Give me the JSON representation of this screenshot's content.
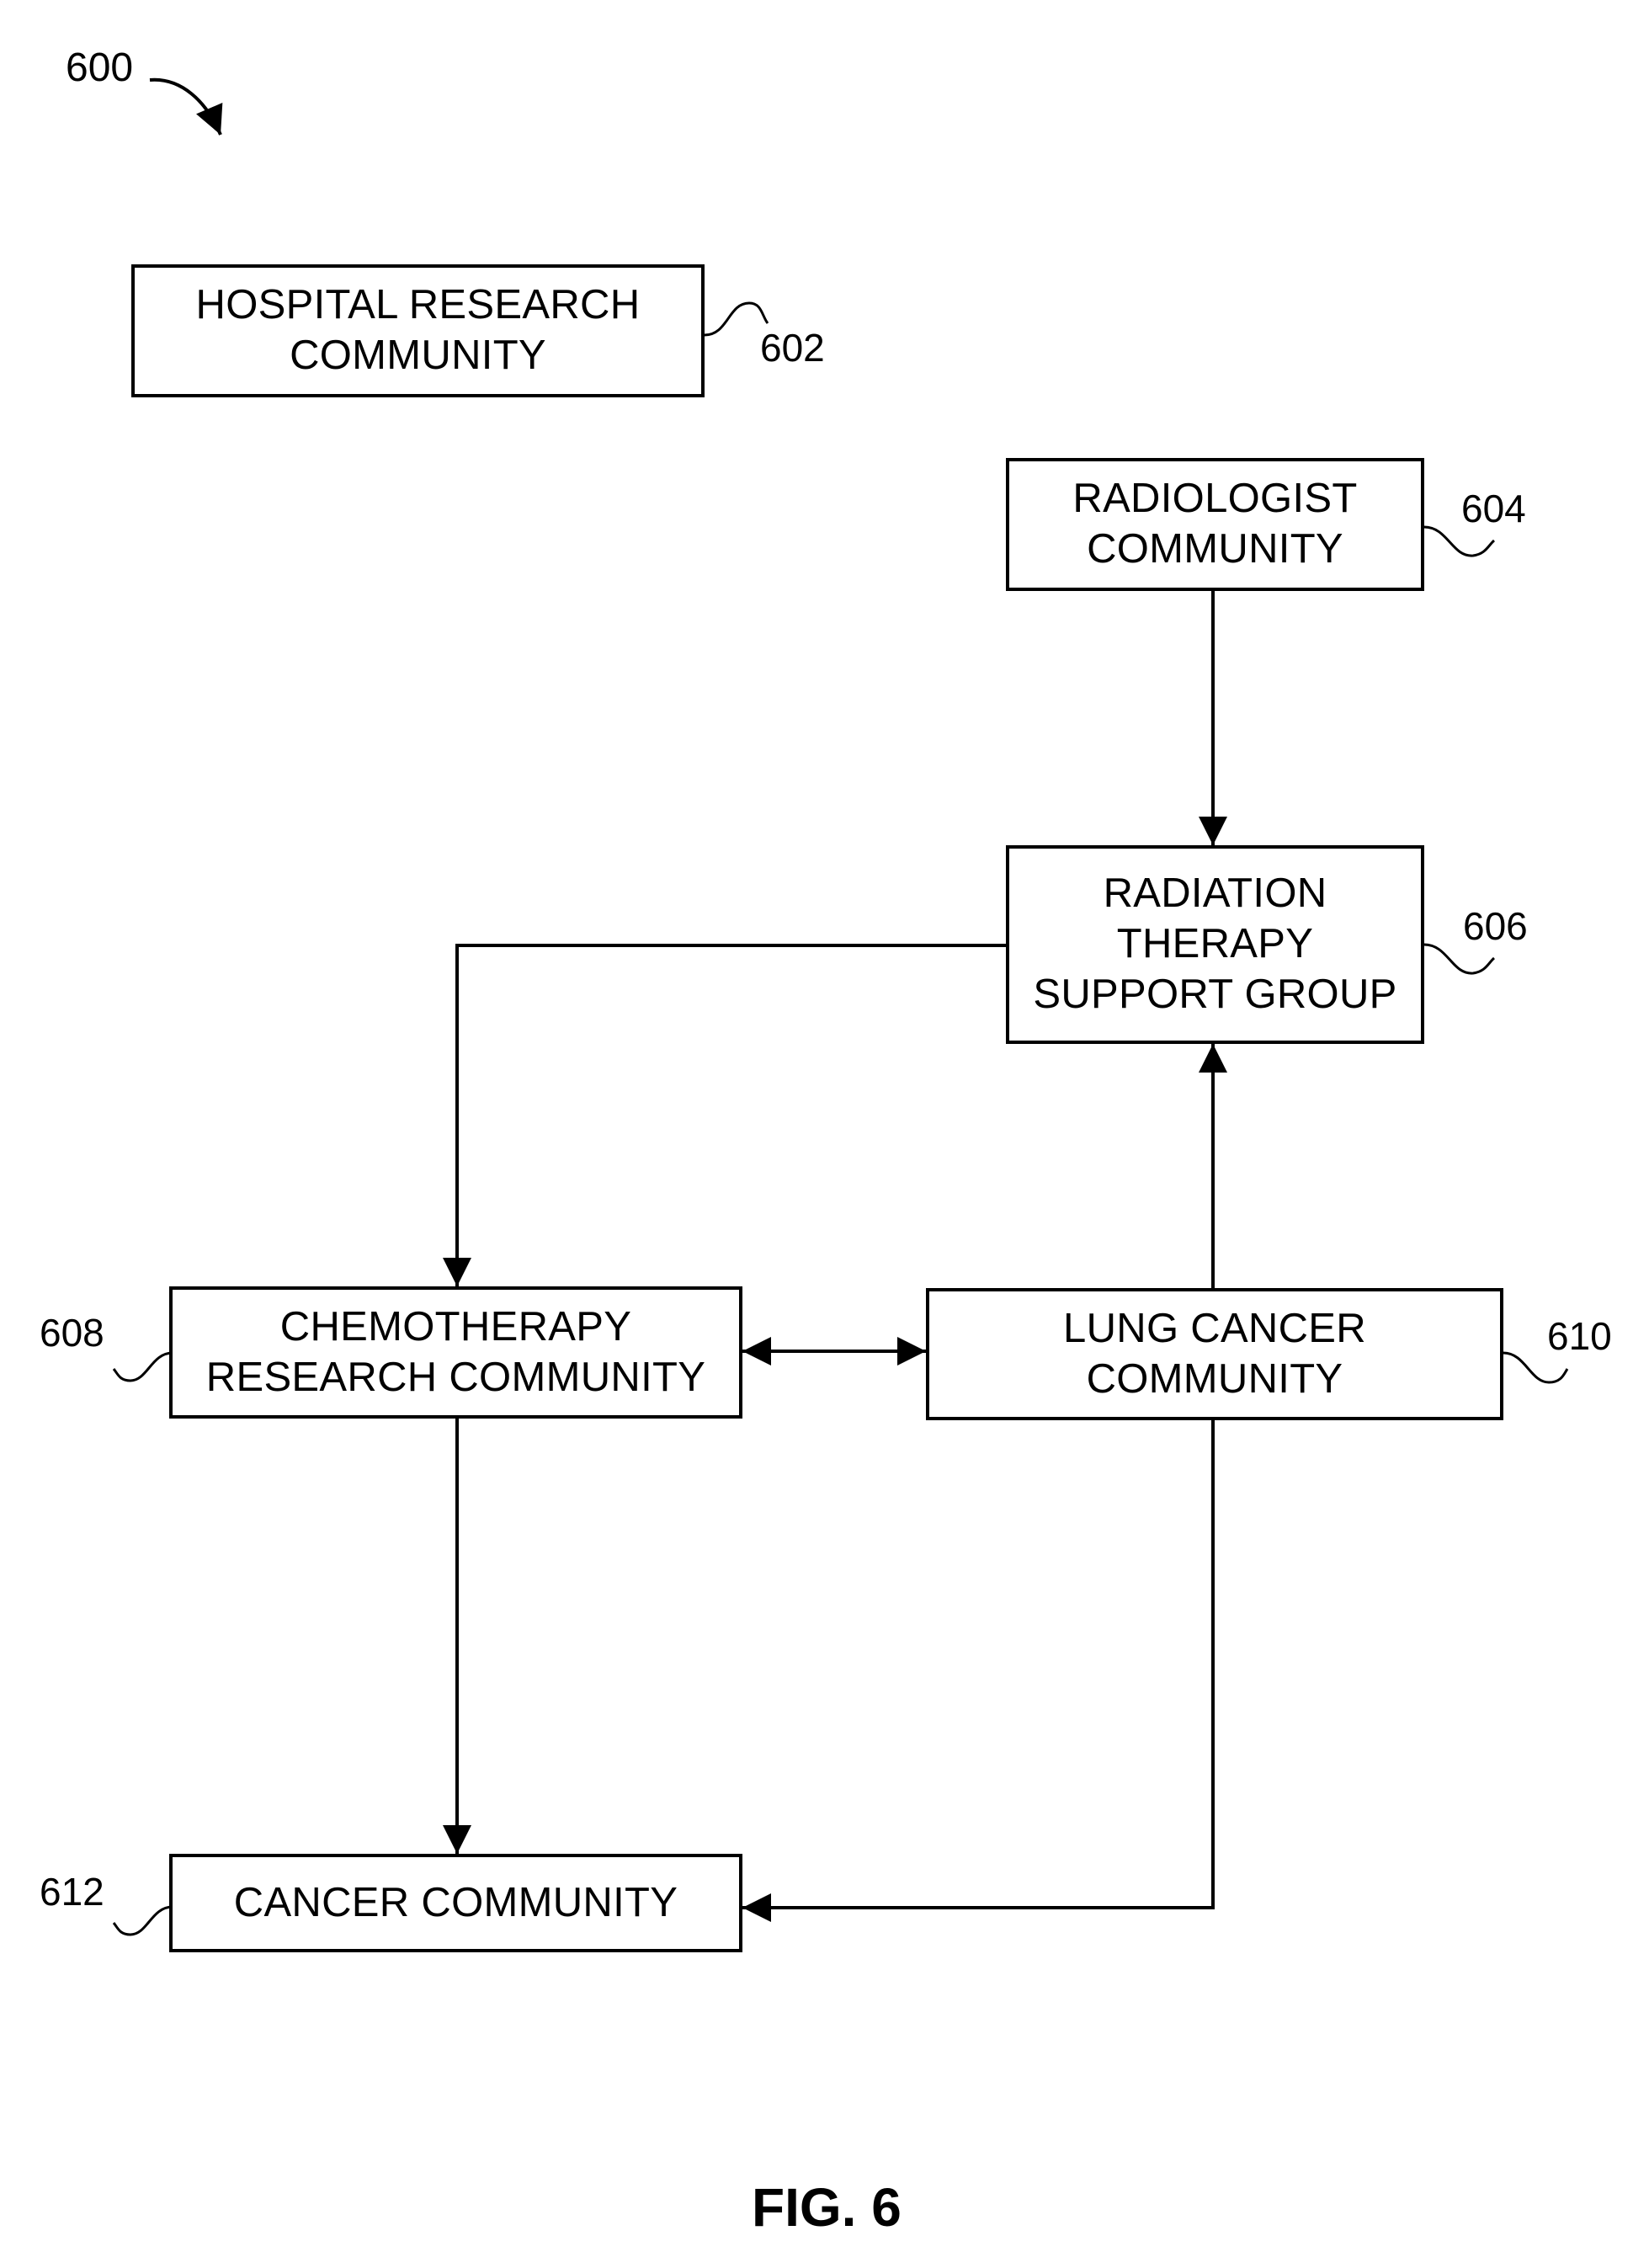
{
  "figure": {
    "number": "600",
    "caption": "FIG. 6"
  },
  "boxes": {
    "hospital_research": {
      "ref": "602",
      "lines": [
        "HOSPITAL RESEARCH",
        "COMMUNITY"
      ]
    },
    "radiologist": {
      "ref": "604",
      "lines": [
        "RADIOLOGIST",
        "COMMUNITY"
      ]
    },
    "radiation_therapy": {
      "ref": "606",
      "lines": [
        "RADIATION",
        "THERAPY",
        "SUPPORT GROUP"
      ]
    },
    "chemotherapy": {
      "ref": "608",
      "lines": [
        "CHEMOTHERAPY",
        "RESEARCH COMMUNITY"
      ]
    },
    "lung_cancer": {
      "ref": "610",
      "lines": [
        "LUNG CANCER",
        "COMMUNITY"
      ]
    },
    "cancer": {
      "ref": "612",
      "lines": [
        "CANCER COMMUNITY"
      ]
    }
  },
  "connections": [
    {
      "from": "radiologist",
      "to": "radiation_therapy",
      "direction": "one-way"
    },
    {
      "from": "radiation_therapy",
      "to": "chemotherapy",
      "direction": "one-way"
    },
    {
      "from": "lung_cancer",
      "to": "radiation_therapy",
      "direction": "one-way"
    },
    {
      "from": "chemotherapy",
      "to": "lung_cancer",
      "direction": "two-way"
    },
    {
      "from": "chemotherapy",
      "to": "cancer",
      "direction": "one-way"
    },
    {
      "from": "lung_cancer",
      "to": "cancer",
      "direction": "one-way"
    }
  ]
}
